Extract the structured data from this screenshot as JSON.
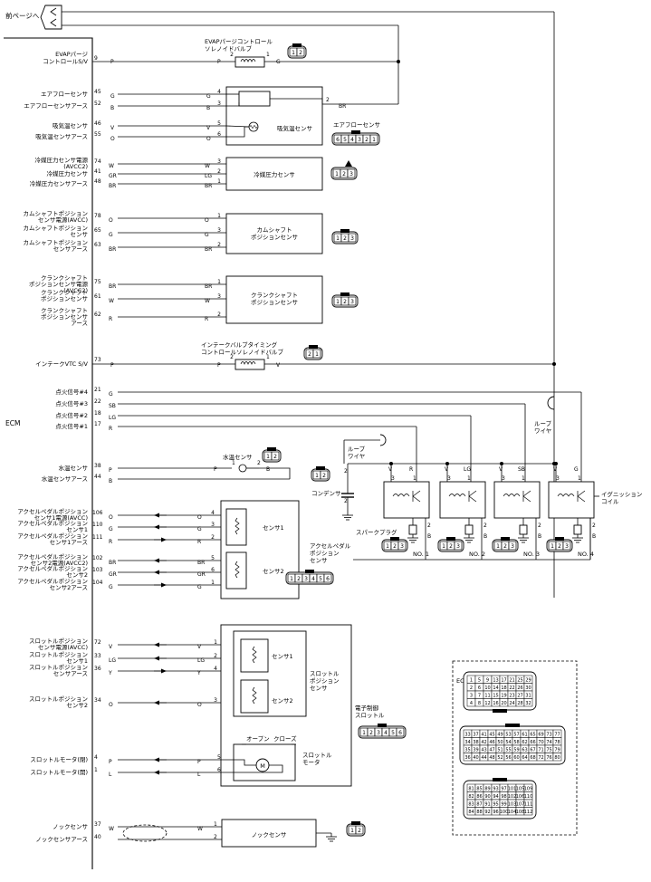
{
  "header": {
    "prev_page": "前ページへ",
    "ecm": "ECM"
  },
  "evap": {
    "pin_label": "EVAPパージ\nコントロールS/V",
    "pin": "9",
    "wire": "P",
    "valve_title": "EVAPパージコントロール\nソレノイドバルブ",
    "valve_pin_left": "2",
    "valve_pin_right": "1",
    "wire_left": "P",
    "wire_right": "G",
    "conn": [
      "1",
      "2"
    ]
  },
  "maf": {
    "rows": [
      {
        "label": "エアフローセンサ",
        "pin": "45",
        "wire": "G",
        "spin": "4",
        "swire": "G"
      },
      {
        "label": "エアフローセンサアース",
        "pin": "52",
        "wire": "B",
        "spin": "3",
        "swire": "B"
      },
      {
        "label": "吸気温センサ",
        "pin": "46",
        "wire": "V",
        "spin": "5",
        "swire": "V"
      },
      {
        "label": "吸気温センサアース",
        "pin": "55",
        "wire": "O",
        "spin": "6",
        "swire": "O"
      }
    ],
    "intake_temp": "吸気温センサ",
    "sensor": "エアフローセンサ",
    "out_pin": "2",
    "out_wire": "BR",
    "conn": [
      "6",
      "5",
      "4",
      "3",
      "2",
      "1"
    ]
  },
  "ref": {
    "rows": [
      {
        "label": "冷媒圧力センサ電源\n(AVCC2)",
        "pin": "74",
        "wire": "W",
        "spin": "3",
        "swire": "W"
      },
      {
        "label": "冷媒圧力センサ",
        "pin": "41",
        "wire": "GR",
        "spin": "2",
        "swire": "LG"
      },
      {
        "label": "冷媒圧力センサアース",
        "pin": "48",
        "wire": "BR",
        "spin": "1",
        "swire": "BR"
      }
    ],
    "sensor": "冷媒圧力センサ",
    "conn": [
      "1",
      "2",
      "3"
    ]
  },
  "cam": {
    "rows": [
      {
        "label": "カムシャフトポジション\nセンサ電源(AVCC)",
        "pin": "78",
        "wire": "O",
        "spin": "1",
        "swire": "O"
      },
      {
        "label": "カムシャフトポジション\nセンサ",
        "pin": "65",
        "wire": "G",
        "spin": "3",
        "swire": "G"
      },
      {
        "label": "カムシャフトポジション\nセンサアース",
        "pin": "63",
        "wire": "BR",
        "spin": "2",
        "swire": "BR"
      }
    ],
    "sensor": "カムシャフト\nポジションセンサ",
    "conn": [
      "1",
      "2",
      "3"
    ]
  },
  "crank": {
    "rows": [
      {
        "label": "クランクシャフト\nポジションセンサ電源\n(AVCC2)",
        "pin": "75",
        "wire": "BR",
        "spin": "1",
        "swire": "BR"
      },
      {
        "label": "クランクシャフト\nポジションセンサ",
        "pin": "61",
        "wire": "W",
        "spin": "3",
        "swire": "W"
      },
      {
        "label": "クランクシャフト\nポジションセンサ\nアース",
        "pin": "62",
        "wire": "R",
        "spin": "2",
        "swire": "R"
      }
    ],
    "sensor": "クランクシャフト\nポジションセンサ",
    "conn": [
      "1",
      "2",
      "3"
    ]
  },
  "vtc": {
    "pin_label": "インテークVTC S/V",
    "pin": "73",
    "wire": "P",
    "valve_title": "インテークバルブタイミング\nコントロールソレノイドバルブ",
    "valve_pin_left": "2",
    "valve_pin_right": "1",
    "wire_left": "P",
    "wire_right": "V",
    "conn": [
      "2",
      "1"
    ]
  },
  "ignition": {
    "rows": [
      {
        "label": "点火信号#4",
        "pin": "21",
        "wire": "G"
      },
      {
        "label": "点火信号#3",
        "pin": "22",
        "wire": "SB"
      },
      {
        "label": "点火信号#2",
        "pin": "18",
        "wire": "LG"
      },
      {
        "label": "点火信号#1",
        "pin": "17",
        "wire": "R"
      }
    ],
    "loop_wire": "ループ\nワイヤ",
    "condenser": "コンデンサ",
    "condenser_conn": [
      "1",
      "2"
    ],
    "coil": "イグニッション\nコイル",
    "spark_plug": "スパークプラグ",
    "coils": [
      {
        "no": "NO. 1",
        "sig": "R"
      },
      {
        "no": "NO. 2",
        "sig": "LG"
      },
      {
        "no": "NO. 3",
        "sig": "SB"
      },
      {
        "no": "NO. 4",
        "sig": "G"
      }
    ],
    "coil_pins": [
      "3",
      "1",
      "2"
    ],
    "coil_wire_v": "V",
    "coil_wire_b": "B",
    "coil_conn": [
      "1",
      "2",
      "3"
    ]
  },
  "ect": {
    "rows": [
      {
        "label": "水温センサ",
        "pin": "38",
        "wire": "P"
      },
      {
        "label": "水温センサアース",
        "pin": "44",
        "wire": "B"
      }
    ],
    "sensor": "水温センサ",
    "spin1": "1",
    "spin2": "2",
    "sw1": "P",
    "sw2": "B",
    "conn": [
      "1",
      "2"
    ]
  },
  "app": {
    "rows": [
      {
        "label": "アクセルペダルポジション\nセンサ1電源(AVCC)",
        "pin": "106",
        "wire": "O",
        "spin": "4",
        "swire": "O"
      },
      {
        "label": "アクセルペダルポジション\nセンサ1",
        "pin": "110",
        "wire": "G",
        "spin": "3",
        "swire": "G"
      },
      {
        "label": "アクセルペダルポジション\nセンサ1アース",
        "pin": "111",
        "wire": "R",
        "spin": "2",
        "swire": "R"
      },
      {
        "label": "アクセルペダルポジション\nセンサ2電源(AVCC2)",
        "pin": "102",
        "wire": "BR",
        "spin": "5",
        "swire": "BR"
      },
      {
        "label": "アクセルペダルポジション\nセンサ2",
        "pin": "103",
        "wire": "GR",
        "spin": "6",
        "swire": "GR"
      },
      {
        "label": "アクセルペダルポジション\nセンサ2アース",
        "pin": "104",
        "wire": "G",
        "spin": "1",
        "swire": "G"
      }
    ],
    "sensor1": "センサ1",
    "sensor2": "センサ2",
    "name": "アクセルペダル\nポジション\nセンサ",
    "conn": [
      "1",
      "2",
      "3",
      "4",
      "5",
      "6"
    ]
  },
  "tps": {
    "rows": [
      {
        "label": "スロットルポジション\nセンサ電源(AVCC)",
        "pin": "72",
        "wire": "V",
        "spin": "1",
        "swire": "V"
      },
      {
        "label": "スロットルポジション\nセンサ1",
        "pin": "33",
        "wire": "LG",
        "spin": "2",
        "swire": "LG"
      },
      {
        "label": "スロットルポジション\nセンサアース",
        "pin": "36",
        "wire": "Y",
        "spin": "4",
        "swire": "Y"
      },
      {
        "label": "スロットルポジション\nセンサ2",
        "pin": "34",
        "wire": "O",
        "spin": "3",
        "swire": "O"
      }
    ],
    "sensor1": "センサ1",
    "sensor2": "センサ2",
    "name": "スロットル\nポジション\nセンサ",
    "etc_name": "電子制御\nスロットル",
    "conn": [
      "1",
      "2",
      "3",
      "4",
      "5",
      "6"
    ]
  },
  "motor": {
    "rows": [
      {
        "label": "スロットルモータ(閉)",
        "pin": "4",
        "wire": "P",
        "spin": "5",
        "swire": "P"
      },
      {
        "label": "スロットルモータ(開)",
        "pin": "1",
        "wire": "L",
        "spin": "6",
        "swire": "L"
      }
    ],
    "open": "オープン",
    "close": "クローズ",
    "name": "スロットル\nモータ",
    "m": "M"
  },
  "knock": {
    "rows": [
      {
        "label": "ノックセンサ",
        "pin": "37",
        "wire": "W",
        "spin": "1",
        "swire": "W"
      },
      {
        "label": "ノックセンサアース",
        "pin": "40",
        "wire": "",
        "spin": "2",
        "swire": ""
      }
    ],
    "sensor": "ノックセンサ",
    "conn": [
      "1",
      "2"
    ]
  },
  "ecm_conn": {
    "title": "ECM",
    "block1": [
      [
        "1",
        "5",
        "9",
        "13",
        "17",
        "21",
        "25",
        "29"
      ],
      [
        "2",
        "6",
        "10",
        "14",
        "18",
        "22",
        "26",
        "30"
      ],
      [
        "3",
        "7",
        "11",
        "15",
        "19",
        "23",
        "27",
        "31"
      ],
      [
        "4",
        "8",
        "12",
        "16",
        "20",
        "24",
        "28",
        "32"
      ]
    ],
    "block2": [
      [
        "33",
        "37",
        "41",
        "45",
        "49",
        "53",
        "57",
        "61",
        "65",
        "69",
        "73",
        "77"
      ],
      [
        "34",
        "38",
        "42",
        "46",
        "50",
        "54",
        "58",
        "62",
        "66",
        "70",
        "74",
        "78"
      ],
      [
        "35",
        "39",
        "43",
        "47",
        "51",
        "55",
        "59",
        "63",
        "67",
        "71",
        "75",
        "79"
      ],
      [
        "36",
        "40",
        "44",
        "48",
        "52",
        "56",
        "60",
        "64",
        "68",
        "72",
        "76",
        "80"
      ]
    ],
    "block3": [
      [
        "81",
        "85",
        "89",
        "93",
        "97",
        "101",
        "105",
        "109"
      ],
      [
        "82",
        "86",
        "90",
        "94",
        "98",
        "102",
        "106",
        "110"
      ],
      [
        "83",
        "87",
        "91",
        "95",
        "99",
        "103",
        "107",
        "111"
      ],
      [
        "84",
        "88",
        "92",
        "96",
        "100",
        "104",
        "108",
        "112"
      ]
    ]
  }
}
